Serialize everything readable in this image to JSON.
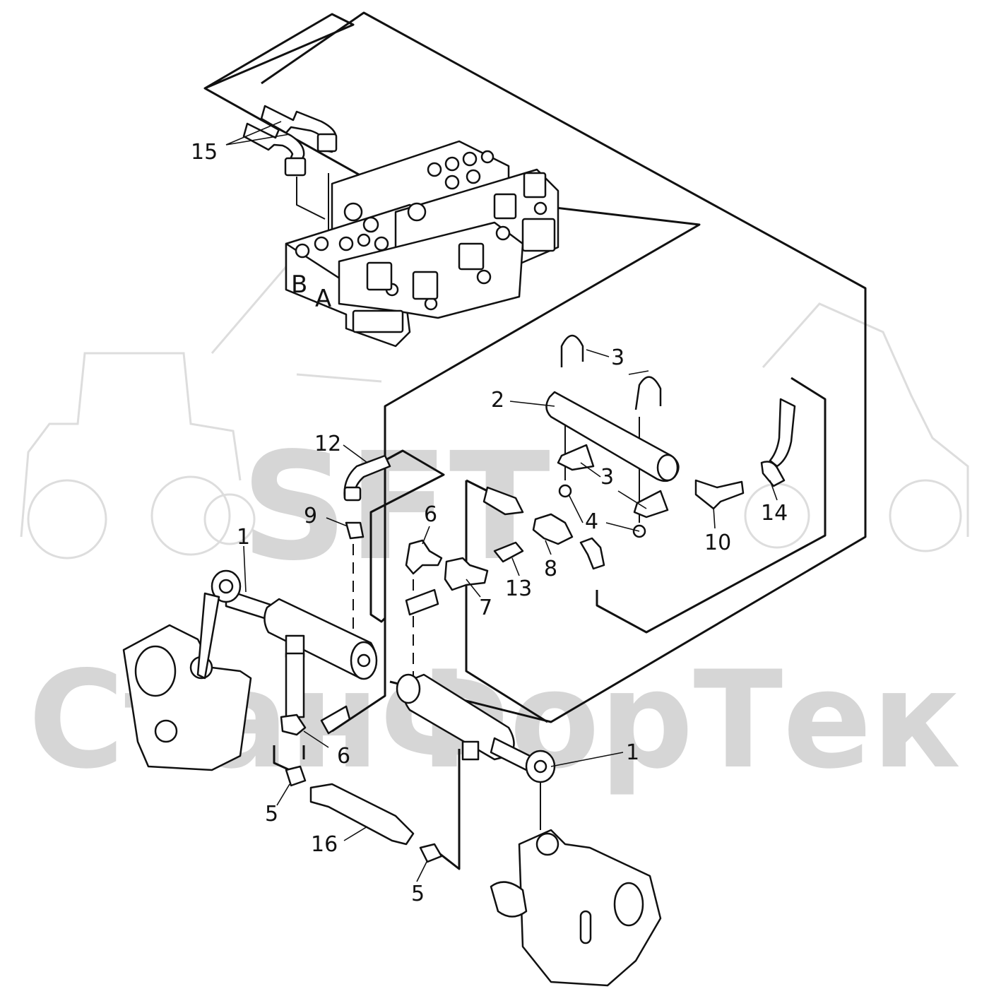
{
  "diagram": {
    "watermark": {
      "logo_text": "SFT",
      "brand_text": "СтанФорТек"
    },
    "valve_ports": {
      "b": "B",
      "a": "A"
    },
    "callouts": [
      {
        "id": "c15",
        "text": "15"
      },
      {
        "id": "c3a",
        "text": "3"
      },
      {
        "id": "c3b",
        "text": "3"
      },
      {
        "id": "c2",
        "text": "2"
      },
      {
        "id": "c3c",
        "text": "3"
      },
      {
        "id": "c12",
        "text": "12"
      },
      {
        "id": "c6a",
        "text": "6"
      },
      {
        "id": "c9",
        "text": "9"
      },
      {
        "id": "c4",
        "text": "4"
      },
      {
        "id": "c14",
        "text": "14"
      },
      {
        "id": "c10",
        "text": "10"
      },
      {
        "id": "c1a",
        "text": "1"
      },
      {
        "id": "c8",
        "text": "8"
      },
      {
        "id": "c13",
        "text": "13"
      },
      {
        "id": "c7",
        "text": "7"
      },
      {
        "id": "c6b",
        "text": "6"
      },
      {
        "id": "c1b",
        "text": "1"
      },
      {
        "id": "c5a",
        "text": "5"
      },
      {
        "id": "c16",
        "text": "16"
      },
      {
        "id": "c5b",
        "text": "5"
      }
    ]
  }
}
